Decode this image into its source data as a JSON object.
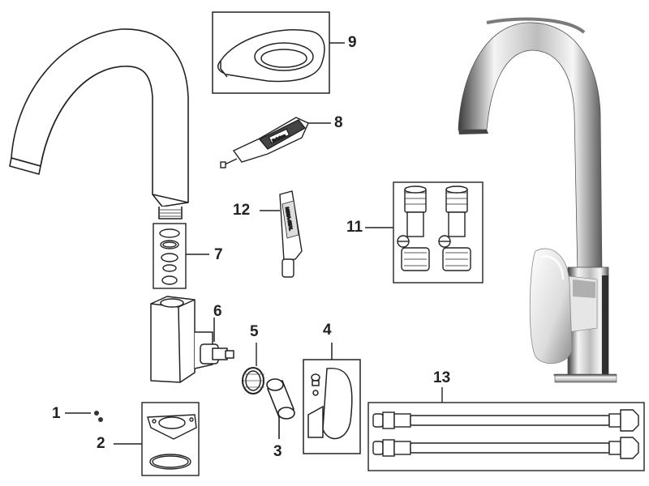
{
  "colors": {
    "line": "#222222",
    "chrome_dark": "#3a3a3a",
    "chrome_mid": "#9a9a9a",
    "chrome_light": "#f2f2f2"
  },
  "labels": {
    "p1": "1",
    "p2": "2",
    "p3": "3",
    "p4": "4",
    "p5": "5",
    "p6": "6",
    "p7": "7",
    "p8": "8",
    "p9": "9",
    "p11": "11",
    "p12": "12",
    "p13": "13"
  },
  "tube_text": "MEGA-SEAL",
  "tool_text": "Bristan"
}
